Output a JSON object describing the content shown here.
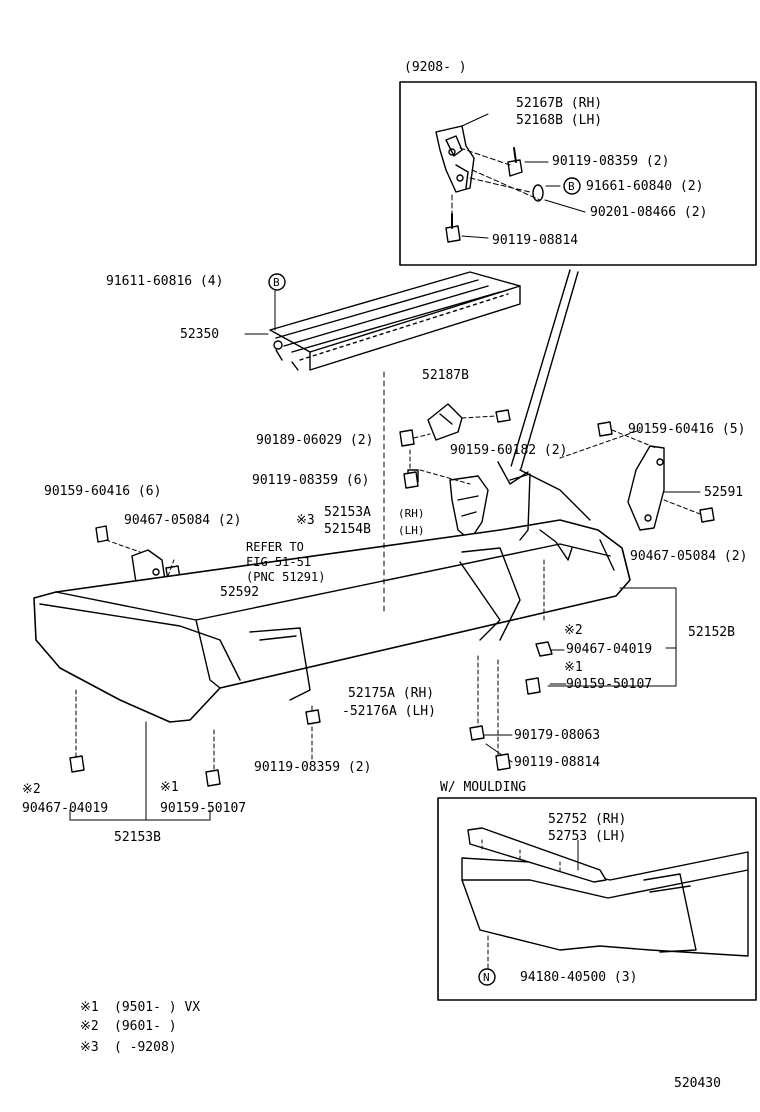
{
  "inset_top": {
    "date_range": "(9208-      )",
    "parts": [
      {
        "no": "52167B (RH)"
      },
      {
        "no": "52168B (LH)"
      },
      {
        "no": "90119-08359 (2)"
      },
      {
        "no": "B",
        "kind": "callout"
      },
      {
        "no": "91661-60840 (2)"
      },
      {
        "no": "90201-08466 (2)"
      },
      {
        "no": "90119-08814"
      }
    ]
  },
  "main": {
    "labels": {
      "p91611": "91611-60816 (4)",
      "callout_b": "B",
      "p52350": "52350",
      "p52187b": "52187B",
      "p90189": "90189-06029 (2)",
      "p90159_60182": "90159-60182 (2)",
      "p90159_60416_5": "90159-60416 (5)",
      "p90119_6": "90119-08359 (6)",
      "p52591": "52591",
      "p90159_60416_6": "90159-60416 (6)",
      "p90467_2a": "90467-05084 (2)",
      "mark3": "※3",
      "p52153a": "52153A",
      "p52153a_side": "(RH)",
      "p52154b": "52154B",
      "p52154b_side": "(LH)",
      "refer1": "REFER TO",
      "refer2": "FIG 51-51",
      "refer3": "(PNC 51291)",
      "p52592": "52592",
      "p90467_2b": "90467-05084 (2)",
      "mark2a": "※2",
      "p90467_04019a": "90467-04019",
      "p52152b": "52152B",
      "mark1a": "※1",
      "p90159_50107a": "90159-50107",
      "p52175a": "52175A (RH)",
      "p52176a": "-52176A (LH)",
      "p90179": "90179-08063",
      "p90119_08814": "90119-08814",
      "p90119_2": "90119-08359 (2)",
      "mark2b": "※2",
      "p90467_04019b": "90467-04019",
      "mark1b": "※1",
      "p90159_50107b": "90159-50107",
      "p52153b": "52153B"
    }
  },
  "inset_moulding": {
    "title": "W/ MOULDING",
    "p52752": "52752 (RH)",
    "p52753": "52753 (LH)",
    "callout_n": "N",
    "p94180": "94180-40500 (3)"
  },
  "footnotes": [
    {
      "mark": "※1",
      "text": "(9501-      ) VX"
    },
    {
      "mark": "※2",
      "text": "(9601-      )"
    },
    {
      "mark": "※3",
      "text": "(      -9208)"
    }
  ],
  "figure_code": "520430"
}
